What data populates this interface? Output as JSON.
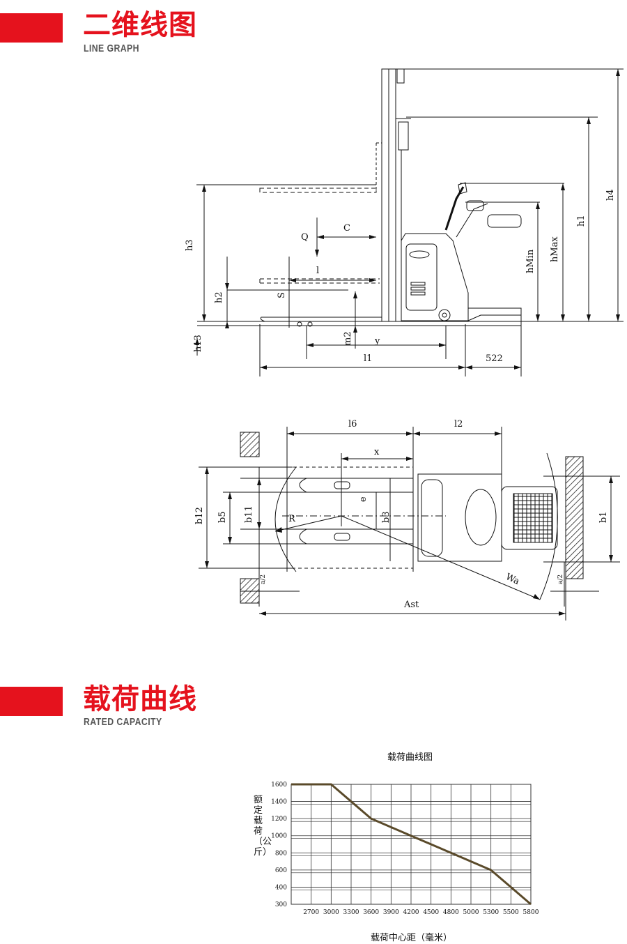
{
  "sections": {
    "line_graph": {
      "title": "二维线图",
      "subtitle": "LINE GRAPH"
    },
    "rated_capacity": {
      "title": "载荷曲线",
      "subtitle": "RATED CAPACITY"
    }
  },
  "side_view": {
    "labels": {
      "h3": "h3",
      "h2": "h2",
      "h13": "h13",
      "Q": "Q",
      "C": "C",
      "l": "l",
      "S": "S",
      "m2": "m2",
      "y": "y",
      "l1": "l1",
      "dim_522": "522",
      "h_min": "hMin",
      "h_max": "hMax",
      "h1": "h1",
      "h4": "h4"
    }
  },
  "top_view": {
    "labels": {
      "l6": "l6",
      "l2": "l2",
      "x": "x",
      "b12": "b12",
      "b5": "b5",
      "b11": "b11",
      "R": "R",
      "e": "e",
      "b3": "b3",
      "b1": "b1",
      "Wa": "Wa",
      "a2_left": "a/2",
      "a2_right": "a/2",
      "Ast": "Ast"
    }
  },
  "chart_data": {
    "type": "line",
    "title": "载荷曲线图",
    "xlabel": "载荷中心距（毫米）",
    "ylabel": "额定载荷（公斤）",
    "x_ticks": [
      2700,
      3000,
      3300,
      3600,
      3900,
      4200,
      4500,
      4800,
      5000,
      5300,
      5500,
      5800
    ],
    "y_ticks": [
      300,
      400,
      600,
      800,
      1000,
      1200,
      1400,
      1600
    ],
    "series": [
      {
        "x": [
          2400,
          3000,
          3600,
          4200,
          4800,
          5300,
          5800
        ],
        "y": [
          1600,
          1600,
          1200,
          1000,
          800,
          600,
          300
        ]
      }
    ],
    "grid": true,
    "line_color": "#5a4a2a"
  }
}
